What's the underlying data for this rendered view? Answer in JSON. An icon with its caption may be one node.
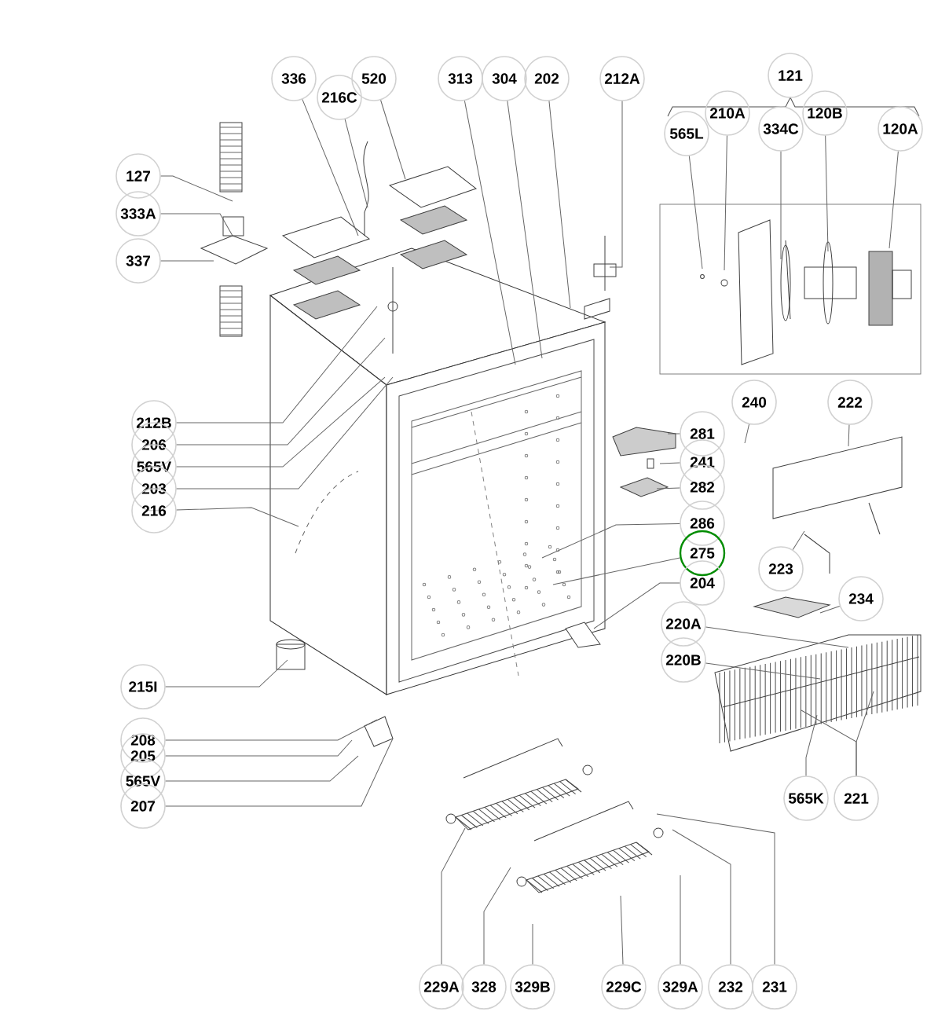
{
  "diagram": {
    "nodes": [
      {
        "text": [
          "336"
        ]
      },
      {
        "text": [
          "216C"
        ]
      },
      {
        "text": [
          "520"
        ]
      },
      {
        "text": [
          "313"
        ]
      },
      {
        "text": [
          "304"
        ]
      },
      {
        "text": [
          "202"
        ]
      },
      {
        "text": [
          "212A"
        ]
      },
      {
        "text": [
          "121"
        ]
      },
      {
        "text": [
          "210A"
        ]
      },
      {
        "text": [
          "565L"
        ]
      },
      {
        "text": [
          "334C"
        ]
      },
      {
        "text": [
          "120B"
        ]
      },
      {
        "text": [
          "120A"
        ]
      },
      {
        "text": [
          "127"
        ]
      },
      {
        "text": [
          "333A"
        ]
      },
      {
        "text": [
          "337"
        ]
      },
      {
        "text": [
          "212B"
        ]
      },
      {
        "text": [
          "206"
        ]
      },
      {
        "text": [
          "565V"
        ]
      },
      {
        "text": [
          "203"
        ]
      },
      {
        "text": [
          "216"
        ]
      },
      {
        "text": [
          "240"
        ]
      },
      {
        "text": [
          "222"
        ]
      },
      {
        "text": [
          "281"
        ]
      },
      {
        "text": [
          "241"
        ]
      },
      {
        "text": [
          "282"
        ]
      },
      {
        "text": [
          "286"
        ]
      },
      {
        "text": [
          "275"
        ]
      },
      {
        "text": [
          "204"
        ]
      },
      {
        "text": [
          "223"
        ]
      },
      {
        "text": [
          "234"
        ]
      },
      {
        "text": [
          "220A"
        ]
      },
      {
        "text": [
          "220B"
        ]
      },
      {
        "text": [
          "215I"
        ]
      },
      {
        "text": [
          "208"
        ]
      },
      {
        "text": [
          "205"
        ]
      },
      {
        "text": [
          "565V"
        ]
      },
      {
        "text": [
          "207"
        ]
      },
      {
        "text": [
          "565K"
        ]
      },
      {
        "text": [
          "221"
        ]
      },
      {
        "text": [
          "229A"
        ]
      },
      {
        "text": [
          "328"
        ]
      },
      {
        "text": [
          "329B"
        ]
      },
      {
        "text": [
          "229C"
        ]
      },
      {
        "text": [
          "329A"
        ]
      },
      {
        "text": [
          "232"
        ]
      },
      {
        "text": [
          "231"
        ]
      }
    ],
    "edges": [
      {
        "from": 0,
        "to": null,
        "arrow": "none"
      },
      {
        "from": 1,
        "to": null,
        "arrow": "none"
      },
      {
        "from": 2,
        "to": null,
        "arrow": "none"
      },
      {
        "from": 3,
        "to": null,
        "arrow": "none"
      },
      {
        "from": 4,
        "to": null,
        "arrow": "none"
      },
      {
        "from": 5,
        "to": null,
        "arrow": "none"
      },
      {
        "from": 6,
        "to": null,
        "arrow": "none"
      },
      {
        "from": 8,
        "to": null,
        "arrow": "none"
      },
      {
        "from": 9,
        "to": null,
        "arrow": "none"
      },
      {
        "from": 10,
        "to": null,
        "arrow": "none"
      },
      {
        "from": 11,
        "to": null,
        "arrow": "none"
      },
      {
        "from": 12,
        "to": null,
        "arrow": "none"
      },
      {
        "from": 13,
        "to": null,
        "arrow": "none"
      },
      {
        "from": 14,
        "to": null,
        "arrow": "none"
      },
      {
        "from": 15,
        "to": null,
        "arrow": "none"
      },
      {
        "from": 16,
        "to": null,
        "arrow": "none"
      },
      {
        "from": 17,
        "to": null,
        "arrow": "none"
      },
      {
        "from": 18,
        "to": null,
        "arrow": "none"
      },
      {
        "from": 19,
        "to": null,
        "arrow": "none"
      },
      {
        "from": 20,
        "to": null,
        "arrow": "none"
      },
      {
        "from": 21,
        "to": null,
        "arrow": "none"
      },
      {
        "from": 22,
        "to": null,
        "arrow": "none"
      },
      {
        "from": 23,
        "to": null,
        "arrow": "none"
      },
      {
        "from": 24,
        "to": null,
        "arrow": "none"
      },
      {
        "from": 25,
        "to": null,
        "arrow": "none"
      },
      {
        "from": 26,
        "to": null,
        "arrow": "none"
      },
      {
        "from": 27,
        "to": null,
        "arrow": "none"
      },
      {
        "from": 28,
        "to": null,
        "arrow": "none"
      },
      {
        "from": 29,
        "to": null,
        "arrow": "none"
      },
      {
        "from": 30,
        "to": null,
        "arrow": "none"
      },
      {
        "from": 31,
        "to": null,
        "arrow": "none"
      },
      {
        "from": 32,
        "to": null,
        "arrow": "none"
      },
      {
        "from": 33,
        "to": null,
        "arrow": "none"
      },
      {
        "from": 34,
        "to": null,
        "arrow": "none"
      },
      {
        "from": 35,
        "to": null,
        "arrow": "none"
      },
      {
        "from": 36,
        "to": null,
        "arrow": "none"
      },
      {
        "from": 37,
        "to": null,
        "arrow": "none"
      },
      {
        "from": 38,
        "to": null,
        "arrow": "none"
      },
      {
        "from": 39,
        "to": null,
        "arrow": "none"
      },
      {
        "from": 39,
        "to": null,
        "arrow": "none"
      },
      {
        "from": 40,
        "to": null,
        "arrow": "none"
      },
      {
        "from": 41,
        "to": null,
        "arrow": "none"
      },
      {
        "from": 42,
        "to": null,
        "arrow": "none"
      },
      {
        "from": 43,
        "to": null,
        "arrow": "none"
      },
      {
        "from": 44,
        "to": null,
        "arrow": "none"
      },
      {
        "from": 45,
        "to": null,
        "arrow": "none"
      },
      {
        "from": 46,
        "to": null,
        "arrow": "none"
      }
    ]
  }
}
